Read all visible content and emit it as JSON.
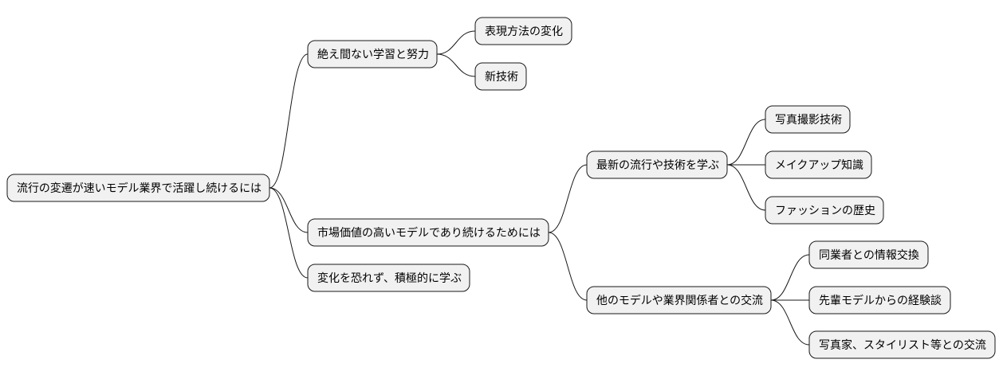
{
  "mindmap": {
    "root": "流行の変遷が速いモデル業界で活躍し続けるには",
    "branches": [
      {
        "label": "絶え間ない学習と努力",
        "children": [
          "表現方法の変化",
          "新技術"
        ]
      },
      {
        "label": "市場価値の高いモデルであり続けるためには",
        "children": [
          {
            "label": "最新の流行や技術を学ぶ",
            "children": [
              "写真撮影技術",
              "メイクアップ知識",
              "ファッションの歴史"
            ]
          },
          {
            "label": "他のモデルや業界関係者との交流",
            "children": [
              "同業者との情報交換",
              "先輩モデルからの経験談",
              "写真家、スタイリスト等との交流"
            ]
          }
        ]
      },
      {
        "label": "変化を恐れず、積極的に学ぶ",
        "children": []
      }
    ]
  }
}
